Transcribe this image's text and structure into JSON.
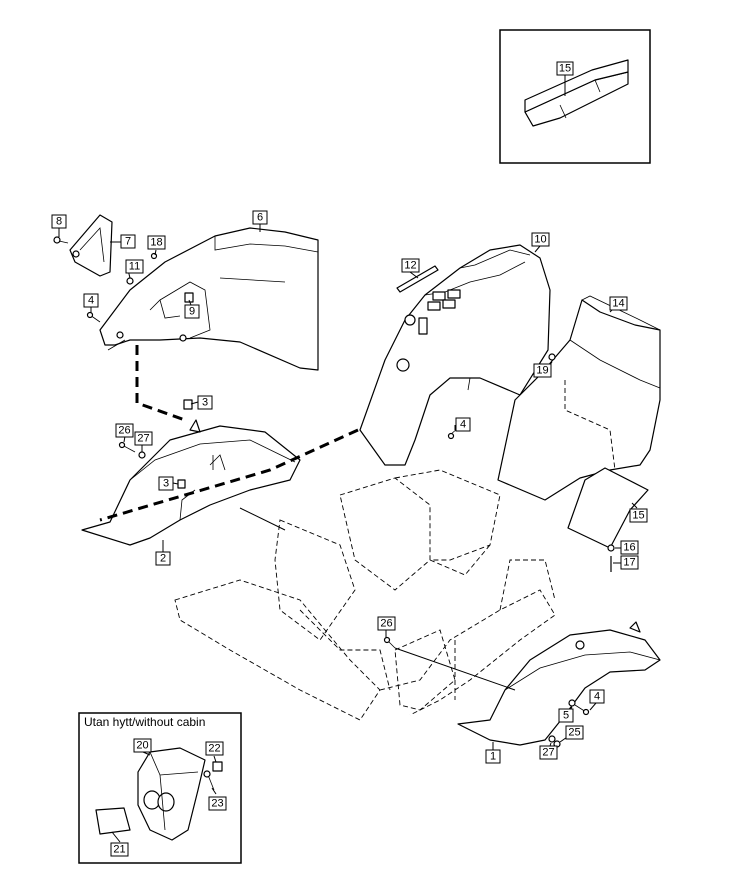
{
  "inset_without_cabin": {
    "title": "Utan hytt/without cabin"
  },
  "callouts": {
    "c1": "1",
    "c2": "2",
    "c3a": "3",
    "c3b": "3",
    "c4a": "4",
    "c4b": "4",
    "c4c": "4",
    "c5": "5",
    "c6": "6",
    "c7": "7",
    "c8": "8",
    "c9": "9",
    "c10": "10",
    "c11": "11",
    "c12": "12",
    "c14": "14",
    "c15a": "15",
    "c15b": "15",
    "c16": "16",
    "c17": "17",
    "c18": "18",
    "c19": "19",
    "c20": "20",
    "c21": "21",
    "c22": "22",
    "c23": "23",
    "c25": "25",
    "c26a": "26",
    "c26b": "26",
    "c27a": "27",
    "c27b": "27"
  }
}
